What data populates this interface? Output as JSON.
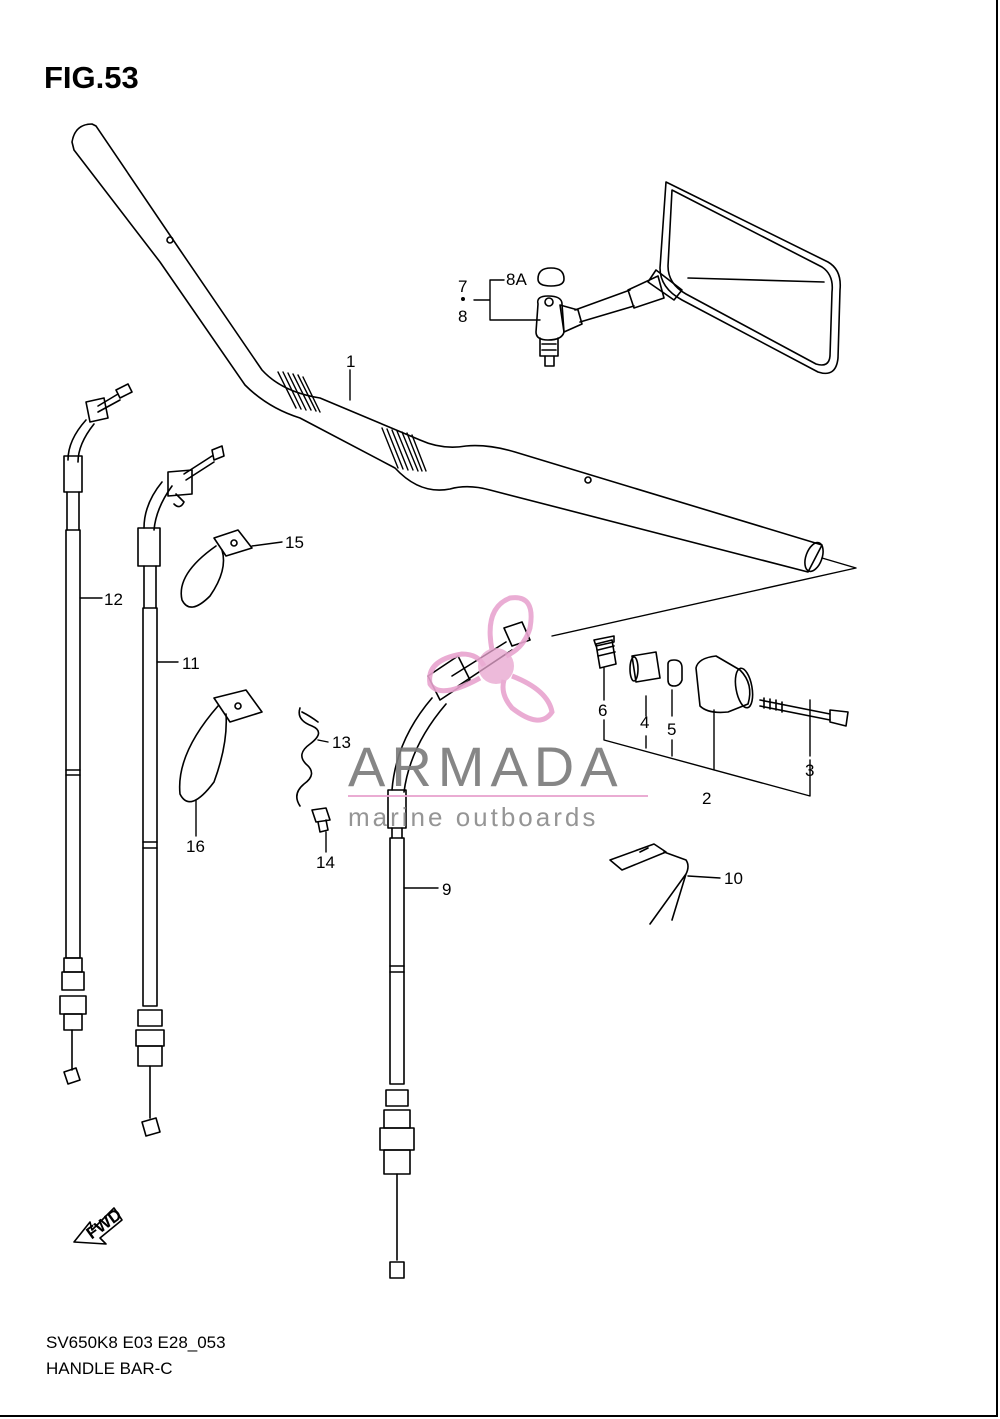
{
  "figure": {
    "title": "FIG.53"
  },
  "footer": {
    "model_code": "SV650K8 E03 E28_053",
    "part_name": "HANDLE BAR-C"
  },
  "watermark": {
    "brand": "ARMADA",
    "tagline": "marine outboards",
    "accent_color": "#e8a4cf"
  },
  "fwd_label": "FWD",
  "callouts": {
    "c1": "1",
    "c2": "2",
    "c3": "3",
    "c4": "4",
    "c5": "5",
    "c6": "6",
    "c7": "7",
    "c8": "8",
    "c8a": "8A",
    "c9": "9",
    "c10": "10",
    "c11": "11",
    "c12": "12",
    "c13": "13",
    "c14": "14",
    "c15": "15",
    "c16": "16"
  }
}
